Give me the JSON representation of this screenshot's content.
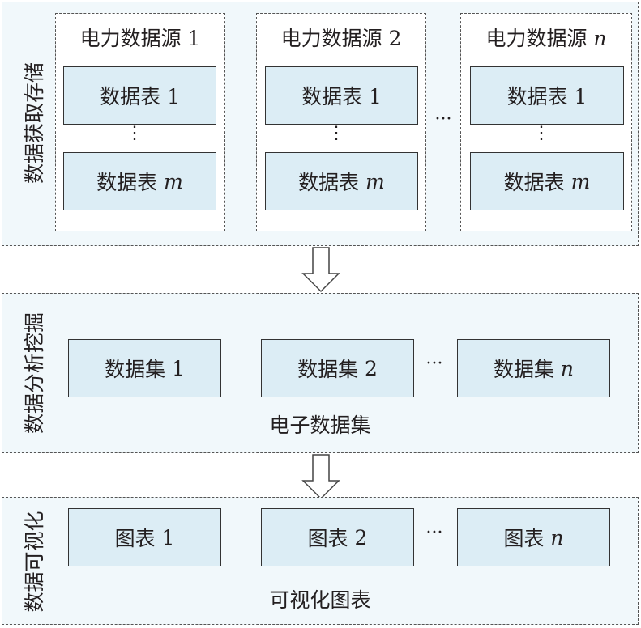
{
  "stages": [
    {
      "title": "数据获取存储",
      "groups": [
        {
          "title": "电力数据源",
          "index": "1",
          "first_table": "数据表 1",
          "last_table_prefix": "数据表",
          "last_table_index": "m"
        },
        {
          "title": "电力数据源",
          "index": "2",
          "first_table": "数据表 1",
          "last_table_prefix": "数据表",
          "last_table_index": "m"
        },
        {
          "title": "电力数据源",
          "index": "n",
          "first_table": "数据表 1",
          "last_table_prefix": "数据表",
          "last_table_index": "m"
        }
      ],
      "vertical_dots": "⋮",
      "ellipsis": "···"
    },
    {
      "title": "数据分析挖掘",
      "items": [
        {
          "prefix": "数据集",
          "index": "1"
        },
        {
          "prefix": "数据集",
          "index": "2"
        },
        {
          "prefix": "数据集",
          "index": "n"
        }
      ],
      "ellipsis": "···",
      "caption": "电子数据集"
    },
    {
      "title": "数据可视化",
      "items": [
        {
          "prefix": "图表",
          "index": "1"
        },
        {
          "prefix": "图表",
          "index": "2"
        },
        {
          "prefix": "图表",
          "index": "n"
        }
      ],
      "ellipsis": "···",
      "caption": "可视化图表"
    }
  ]
}
